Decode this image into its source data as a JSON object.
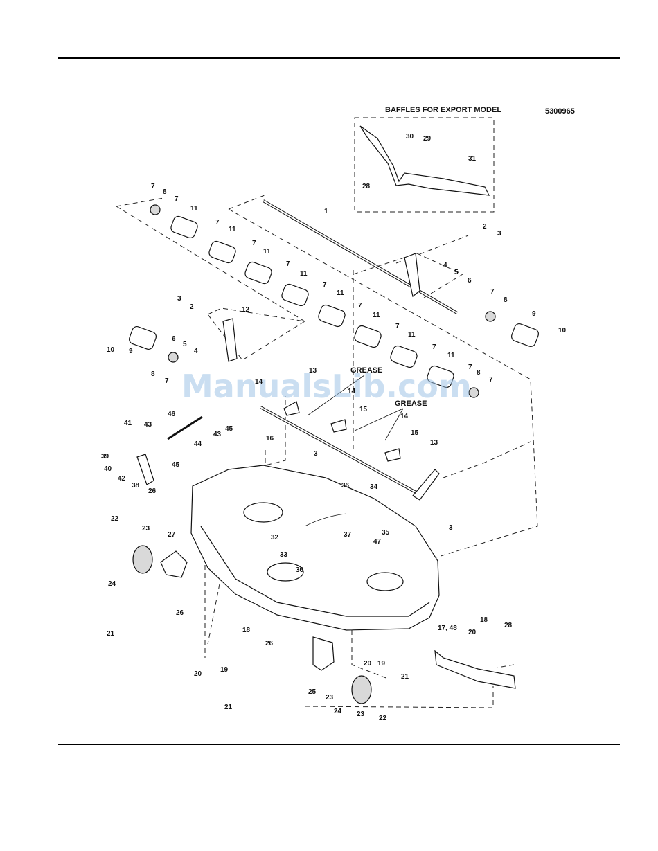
{
  "diagram_id": "5300965",
  "inset_title": "BAFFLES FOR EXPORT MODEL",
  "grease_label": "GREASE",
  "watermark": "ManualsLib.com",
  "callouts": [
    {
      "id": "c30",
      "label": "30"
    },
    {
      "id": "c29",
      "label": "29"
    },
    {
      "id": "c31",
      "label": "31"
    },
    {
      "id": "c28a",
      "label": "28"
    },
    {
      "id": "c1",
      "label": "1"
    },
    {
      "id": "c2a",
      "label": "2"
    },
    {
      "id": "c3a",
      "label": "3"
    },
    {
      "id": "c7a",
      "label": "7"
    },
    {
      "id": "c8a",
      "label": "8"
    },
    {
      "id": "c7b",
      "label": "7"
    },
    {
      "id": "c11a",
      "label": "11"
    },
    {
      "id": "c7c",
      "label": "7"
    },
    {
      "id": "c11b",
      "label": "11"
    },
    {
      "id": "c7d",
      "label": "7"
    },
    {
      "id": "c11c",
      "label": "11"
    },
    {
      "id": "c7e",
      "label": "7"
    },
    {
      "id": "c11d",
      "label": "11"
    },
    {
      "id": "c7f",
      "label": "7"
    },
    {
      "id": "c11e",
      "label": "11"
    },
    {
      "id": "c7g",
      "label": "7"
    },
    {
      "id": "c11f",
      "label": "11"
    },
    {
      "id": "c7h",
      "label": "7"
    },
    {
      "id": "c11g",
      "label": "11"
    },
    {
      "id": "c7i",
      "label": "7"
    },
    {
      "id": "c11h",
      "label": "11"
    },
    {
      "id": "c7j",
      "label": "7"
    },
    {
      "id": "c8b",
      "label": "8"
    },
    {
      "id": "c7k",
      "label": "7"
    },
    {
      "id": "c4a",
      "label": "4"
    },
    {
      "id": "c5a",
      "label": "5"
    },
    {
      "id": "c6a",
      "label": "6"
    },
    {
      "id": "c7l",
      "label": "7"
    },
    {
      "id": "c8c",
      "label": "8"
    },
    {
      "id": "c9a",
      "label": "9"
    },
    {
      "id": "c10a",
      "label": "10"
    },
    {
      "id": "c3b",
      "label": "3"
    },
    {
      "id": "c2b",
      "label": "2"
    },
    {
      "id": "c12",
      "label": "12"
    },
    {
      "id": "c6b",
      "label": "6"
    },
    {
      "id": "c5b",
      "label": "5"
    },
    {
      "id": "c4b",
      "label": "4"
    },
    {
      "id": "c10b",
      "label": "10"
    },
    {
      "id": "c9b",
      "label": "9"
    },
    {
      "id": "c8d",
      "label": "8"
    },
    {
      "id": "c7m",
      "label": "7"
    },
    {
      "id": "c13a",
      "label": "13"
    },
    {
      "id": "c14a",
      "label": "14"
    },
    {
      "id": "c14b",
      "label": "14"
    },
    {
      "id": "c15a",
      "label": "15"
    },
    {
      "id": "c14c",
      "label": "14"
    },
    {
      "id": "c15b",
      "label": "15"
    },
    {
      "id": "c13b",
      "label": "13"
    },
    {
      "id": "c16",
      "label": "16"
    },
    {
      "id": "c46",
      "label": "46"
    },
    {
      "id": "c43a",
      "label": "43"
    },
    {
      "id": "c45a",
      "label": "45"
    },
    {
      "id": "c41",
      "label": "41"
    },
    {
      "id": "c43b",
      "label": "43"
    },
    {
      "id": "c44",
      "label": "44"
    },
    {
      "id": "c45b",
      "label": "45"
    },
    {
      "id": "c39",
      "label": "39"
    },
    {
      "id": "c40",
      "label": "40"
    },
    {
      "id": "c42",
      "label": "42"
    },
    {
      "id": "c38",
      "label": "38"
    },
    {
      "id": "c26a",
      "label": "26"
    },
    {
      "id": "c3c",
      "label": "3"
    },
    {
      "id": "c36a",
      "label": "36"
    },
    {
      "id": "c34",
      "label": "34"
    },
    {
      "id": "c32",
      "label": "32"
    },
    {
      "id": "c37",
      "label": "37"
    },
    {
      "id": "c47",
      "label": "47"
    },
    {
      "id": "c35",
      "label": "35"
    },
    {
      "id": "c33",
      "label": "33"
    },
    {
      "id": "c36b",
      "label": "36"
    },
    {
      "id": "c3d",
      "label": "3"
    },
    {
      "id": "c22a",
      "label": "22"
    },
    {
      "id": "c23a",
      "label": "23"
    },
    {
      "id": "c27",
      "label": "27"
    },
    {
      "id": "c24a",
      "label": "24"
    },
    {
      "id": "c26b",
      "label": "26"
    },
    {
      "id": "c21a",
      "label": "21"
    },
    {
      "id": "c18a",
      "label": "18"
    },
    {
      "id": "c19a",
      "label": "19"
    },
    {
      "id": "c20a",
      "label": "20"
    },
    {
      "id": "c26c",
      "label": "26"
    },
    {
      "id": "c25",
      "label": "25"
    },
    {
      "id": "c23b",
      "label": "23"
    },
    {
      "id": "c24b",
      "label": "24"
    },
    {
      "id": "c23c",
      "label": "23"
    },
    {
      "id": "c22b",
      "label": "22"
    },
    {
      "id": "c21b",
      "label": "21"
    },
    {
      "id": "c20b",
      "label": "20"
    },
    {
      "id": "c19b",
      "label": "19"
    },
    {
      "id": "c21c",
      "label": "21"
    },
    {
      "id": "c1748",
      "label": "17, 48"
    },
    {
      "id": "c20c",
      "label": "20"
    },
    {
      "id": "c18b",
      "label": "18"
    },
    {
      "id": "c28b",
      "label": "28"
    }
  ]
}
